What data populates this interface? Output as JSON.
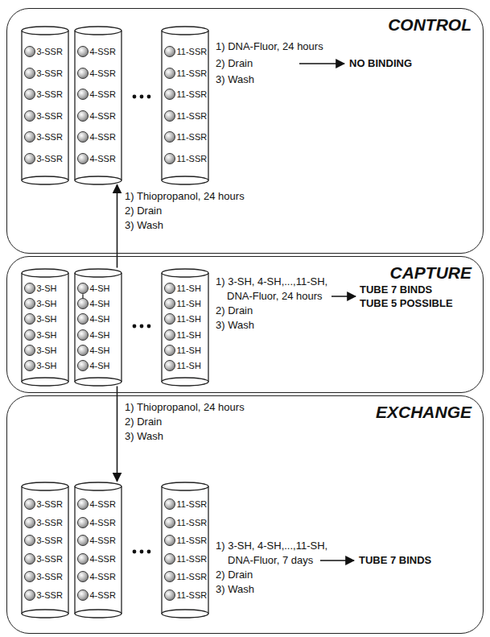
{
  "diagram": {
    "nodes": [
      {
        "text": [
          "CONTROL"
        ]
      },
      {
        "text": [
          "3-SSR",
          "3-SSR",
          "3-SSR",
          "3-SSR",
          "3-SSR",
          "3-SSR"
        ],
        "in": 0
      },
      {
        "text": [
          "4-SSR",
          "4-SSR",
          "4-SSR",
          "4-SSR",
          "4-SSR",
          "4-SSR"
        ],
        "in": 0
      },
      {
        "text": [
          "11-SSR",
          "11-SSR",
          "11-SSR",
          "11-SSR",
          "11-SSR",
          "11-SSR"
        ],
        "in": 0
      },
      {
        "text": [
          "CAPTURE"
        ]
      },
      {
        "text": [
          "3-SH",
          "3-SH",
          "3-SH",
          "3-SH",
          "3-SH",
          "3-SH"
        ],
        "in": 4
      },
      {
        "text": [
          "4-SH",
          "4-SH",
          "4-SH",
          "4-SH",
          "4-SH",
          "4-SH"
        ],
        "in": 4
      },
      {
        "text": [
          "11-SH",
          "11-SH",
          "11-SH",
          "11-SH",
          "11-SH",
          "11-SH"
        ],
        "in": 4
      },
      {
        "text": [
          "EXCHANGE"
        ]
      },
      {
        "text": [
          "3-SSR",
          "3-SSR",
          "3-SSR",
          "3-SSR",
          "3-SSR",
          "3-SSR"
        ],
        "in": 8
      },
      {
        "text": [
          "4-SSR",
          "4-SSR",
          "4-SSR",
          "4-SSR",
          "4-SSR",
          "4-SSR"
        ],
        "in": 8
      },
      {
        "text": [
          "11-SSR",
          "11-SSR",
          "11-SSR",
          "11-SSR",
          "11-SSR",
          "11-SSR"
        ],
        "in": 8
      }
    ],
    "edges": [
      {
        "from": 6,
        "to": 2,
        "arrow": "to"
      },
      {
        "from": 6,
        "to": 10,
        "arrow": "to"
      }
    ],
    "labels": [
      "1) DNA-Fluor, 24 hours",
      "2) Drain",
      "3) Wash",
      "NO BINDING",
      "1) Thiopropanol, 24 hours",
      "2) Drain",
      "3) Wash",
      "1) 3-SH, 4-SH,...,11-SH,",
      "DNA-Fluor, 24 hours",
      "2) Drain",
      "3) Wash",
      "TUBE 7 BINDS",
      "TUBE 5 POSSIBLE",
      "1) Thiopropanol, 24 hours",
      "2) Drain",
      "3) Wash",
      "1) 3-SH, 4-SH,...,11-SH,",
      "DNA-Fluor, 7 days",
      "2) Drain",
      "3) Wash",
      "TUBE 7 BINDS"
    ]
  }
}
